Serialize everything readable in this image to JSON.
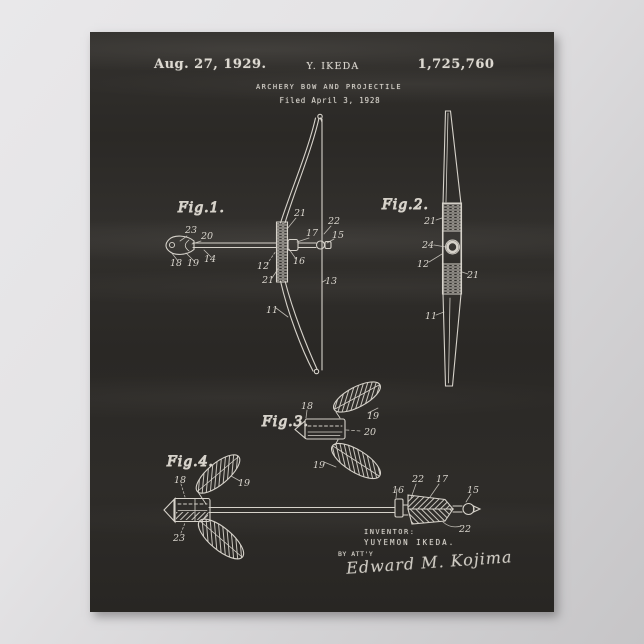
{
  "poster": {
    "header": {
      "date": "Aug. 27, 1929.",
      "inventor_name": "Y. IKEDA",
      "patent_number": "1,725,760",
      "title": "ARCHERY BOW AND PROJECTILE",
      "filed": "Filed April 3, 1928"
    },
    "figures": {
      "fig1": {
        "caption": "Fig.1.",
        "labels": [
          "23",
          "20",
          "21",
          "17",
          "22",
          "15",
          "18",
          "19",
          "14",
          "12",
          "16",
          "21",
          "13",
          "11"
        ]
      },
      "fig2": {
        "caption": "Fig.2.",
        "labels": [
          "21",
          "24",
          "12",
          "21",
          "11"
        ]
      },
      "fig3": {
        "caption": "Fig.3.",
        "labels": [
          "18",
          "19",
          "20",
          "19"
        ]
      },
      "fig4": {
        "caption": "Fig.4.",
        "labels": [
          "18",
          "19",
          "23",
          "16",
          "22",
          "17",
          "15",
          "22"
        ]
      }
    },
    "footer": {
      "inventor_label": "INVENTOR:",
      "inventor_fullname": "YUYEMON IKEDA.",
      "by_line": "BY ATT'Y",
      "signature": "Edward M. Kojima"
    },
    "colors": {
      "chalkboard": "#2c2a27",
      "chalk": "#ddd9d1",
      "matte_background": "#e4e3e5"
    }
  }
}
